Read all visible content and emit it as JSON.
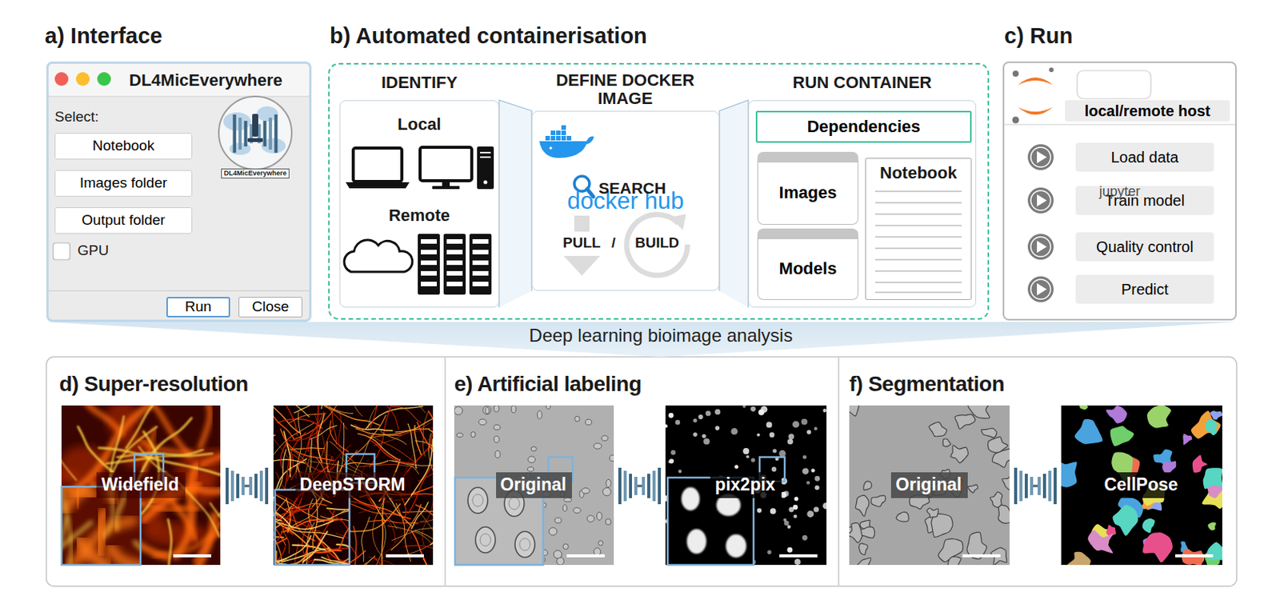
{
  "diagram": {
    "nodes": [
      {
        "text": [
          "a) Interface",
          "DL4MicEverywhere",
          "Select:"
        ]
      },
      {
        "text": [
          "Notebook"
        ],
        "in": 0
      },
      {
        "text": [
          "Images folder"
        ],
        "in": 0
      },
      {
        "text": [
          "Output folder"
        ],
        "in": 0
      },
      {
        "text": [
          "GPU"
        ],
        "in": 0
      },
      {
        "text": [
          "Run"
        ],
        "in": 0
      },
      {
        "text": [
          "Close"
        ],
        "in": 0
      },
      {
        "text": [
          "b) Automated containerisation"
        ]
      },
      {
        "text": [
          "IDENTIFY",
          "Local",
          "Remote"
        ],
        "in": 7
      },
      {
        "text": [
          "DEFINE DOCKER IMAGE",
          "docker hub",
          "SEARCH",
          "PULL",
          "/",
          "BUILD"
        ],
        "in": 7
      },
      {
        "text": [
          "RUN CONTAINER"
        ],
        "in": 7
      },
      {
        "text": [
          "Dependencies"
        ],
        "in": 10
      },
      {
        "text": [
          "Images"
        ],
        "in": 10
      },
      {
        "text": [
          "Models"
        ],
        "in": 10
      },
      {
        "text": [
          "Notebook"
        ],
        "in": 10
      },
      {
        "text": [
          "c) Run",
          "jupyter"
        ]
      },
      {
        "text": [
          "local/remote host"
        ],
        "in": 15
      },
      {
        "text": [
          "Load data"
        ],
        "in": 15
      },
      {
        "text": [
          "Train model"
        ],
        "in": 15
      },
      {
        "text": [
          "Quality control"
        ],
        "in": 15
      },
      {
        "text": [
          "Predict"
        ],
        "in": 15
      },
      {
        "text": [
          "d) Super-resolution"
        ]
      },
      {
        "text": [
          "Widefield"
        ],
        "in": 21
      },
      {
        "text": [
          "DeepSTORM"
        ],
        "in": 21
      },
      {
        "text": [
          "e) Artificial labeling"
        ]
      },
      {
        "text": [
          "Original"
        ],
        "in": 24
      },
      {
        "text": [
          "pix2pix"
        ],
        "in": 24
      },
      {
        "text": [
          "f) Segmentation"
        ]
      },
      {
        "text": [
          "Original"
        ],
        "in": 27
      },
      {
        "text": [
          "CellPose"
        ],
        "in": 27
      }
    ],
    "edges": [
      {
        "from": 8,
        "to": 9,
        "arrow": "none"
      },
      {
        "from": 9,
        "to": 10,
        "arrow": "none"
      }
    ],
    "labels": [
      "DL4MicEverywhere",
      "Deep learning bioimage analysis"
    ]
  }
}
